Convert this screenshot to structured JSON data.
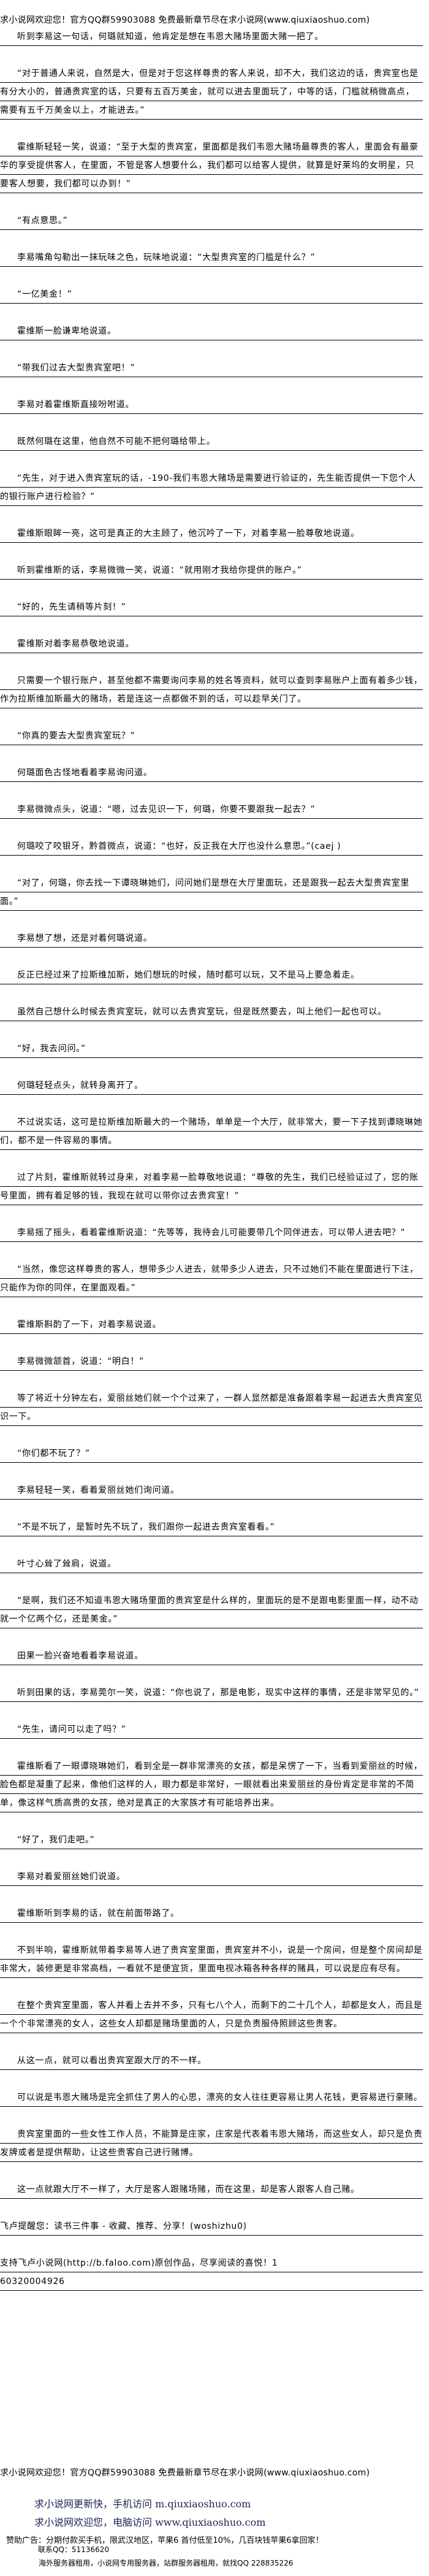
{
  "header": {
    "welcome": "求小说网欢迎您！官方QQ群59903088 免费最新章节尽在求小说网(www.qiuxiaoshuo.com)"
  },
  "article": {
    "paragraphs": [
      "听到李易这一句话，何璐就知道，他肯定是想在韦恩大赌场里面大赌一把了。",
      "“对于普通人来说，自然是大，但是对于您这样尊贵的客人来说，却不大，我们这边的话，贵宾室也是有分大小的，普通贵宾室的话，只要有五百万美金，就可以进去里面玩了，中等的话，门槛就稍微高点，需要有五千万美金以上，才能进去。”",
      "霍维斯轻轻一笑，说道：“至于大型的贵宾室，里面都是我们韦恩大赌场最尊贵的客人，里面会有最豪华的享受提供客人，在里面，不管是客人想要什么，我们都可以给客人提供，就算是好莱坞的女明星，只要客人想要，我们都可以办到！”",
      "“有点意思。”",
      "李易嘴角勾勒出一抹玩味之色，玩味地说道：“大型贵宾室的门槛是什么？”",
      "“一亿美金！”",
      "霍维斯一脸谦卑地说道。",
      "“带我们过去大型贵宾室吧！”",
      "李易对着霍维斯直接吩咐道。",
      "既然何璐在这里，他自然不可能不把何璐给带上。",
      "“先生，对于进入贵宾室玩的话，-190-我们韦恩大赌场是需要进行验证的，先生能否提供一下您个人的银行账户进行检验？”",
      "霍维斯眼眸一亮，这可是真正的大主顾了，他沉吟了一下，对着李易一脸尊敬地说道。",
      "听到霍维斯的话，李易微微一笑，说道：“就用刚才我给你提供的账户。”",
      "“好的，先生请稍等片刻！”",
      "霍维斯对着李易恭敬地说道。",
      "只需要一个银行账户，甚至他都不需要询问李易的姓名等资料，就可以查到李易账户上面有着多少钱，作为拉斯维加斯最大的赌场，若是连这一点都做不到的话，可以趁早关门了。",
      "“你真的要去大型贵宾室玩？”",
      "何璐面色古怪地看着李易询问道。",
      "李易微微点头，说道：“嗯，过去见识一下，何璐，你要不要跟我一起去？”",
      "何璐咬了咬银牙，黔首微点，说道：“也好，反正我在大厅也没什么意思。”(caej )",
      "“对了，何璐，你去找一下谭晓琳她们，问问她们是想在大厅里面玩，还是跟我一起去大型贵宾室里面。”",
      "李易想了想，还是对着何璐说道。",
      "反正已经过来了拉斯维加斯，她们想玩的时候，随时都可以玩，又不是马上要急着走。",
      "虽然自己想什么时候去贵宾室玩，就可以去贵宾室玩，但是既然要去，叫上他们一起也可以。",
      "“好，我去问问。”",
      "何璐轻轻点头，就转身离开了。",
      "不过说实话，这可是拉斯维加斯最大的一个赌场，单单是一个大厅，就非常大，要一下子找到谭晓琳她们，都不是一件容易的事情。",
      "过了片刻，霍维斯就转过身来，对着李易一脸尊敬地说道：“尊敬的先生，我们已经验证过了，您的账号里面，拥有着足够的钱，我现在就可以带你过去贵宾室！”",
      "李易摇了摇头，看着霍维斯说道：“先等等，我待会儿可能要带几个同伴进去，可以带人进去吧？”",
      "“当然，像您这样尊贵的客人，想带多少人进去，就带多少人进去，只不过她们不能在里面进行下注，只能作为你的同伴，在里面观看。”",
      "霍维斯斟酌了一下，对着李易说道。",
      "李易微微颔首，说道：“明白！”",
      "等了将近十分钟左右，爱丽丝她们就一个个过来了，一群人显然都是准备跟着李易一起进去大贵宾室见识一下。",
      "“你们都不玩了？”",
      "李易轻轻一笑，看着爱丽丝她们询问道。",
      "“不是不玩了，是暂时先不玩了，我们跟你一起进去贵宾室看看。”",
      "叶寸心耸了耸肩，说道。",
      "“是啊，我们还不知道韦恩大赌场里面的贵宾室是什么样的，里面玩的是不是跟电影里面一样，动不动就一个亿两个亿，还是美金。”",
      "田果一脸兴奋地看着李易说道。",
      "听到田果的话，李易莞尔一笑，说道：“你也说了，那是电影，现实中这样的事情，还是非常罕见的。”",
      "“先生，请问可以走了吗？”",
      "霍维斯看了一眼谭晓琳她们，看到全是一群非常漂亮的女孩，都是呆愣了一下，当看到爱丽丝的时候，脸色都是凝重了起来，像他们这样的人，眼力都是非常好，一眼就看出来爱丽丝的身份肯定是非常的不简单，像这样气质高贵的女孩，绝对是真正的大家族才有可能培养出来。",
      "“好了，我们走吧。”",
      "李易对着爱丽丝她们说道。",
      "霍维斯听到李易的话，就在前面带路了。",
      "不到半响，霍维斯就带着李易等人进了贵宾室里面，贵宾室并不小，说是一个房间，但是整个房间却是非常大，装修更是非常高档，一看就不是便宜货，里面电视冰箱各种各样的赌具，可以说是应有尽有。",
      "在整个贵宾室里面，客人并看上去并不多，只有七八个人，而剩下的二十几个人，却都是女人，而且是一个个非常漂亮的女人，这些女人却都是赌场里面的人，只是负责服侍照顾这些贵客。",
      "从这一点，就可以看出贵宾室跟大厅的不一样。",
      "可以说是韦恩大赌场是完全抓住了男人的心思，漂亮的女人往往更容易让男人花钱，更容易进行豪赌。",
      "贵宾室里面的一些女性工作人员，不能算是庄家，庄家是代表着韦恩大赌场，而这些女人，却只是负责发牌或者是提供帮助，让这些贵客自己进行赌博。",
      "这一点就跟大厅不一样了，大厅是客人跟赌场赌，而在这里，却是客人跟客人自己赌。"
    ],
    "reminder": "飞卢提醒您：读书三件事 - 收藏、推荐、分享！(woshizhu0)",
    "support": "支持飞卢小说网(http://b.faloo.com)原创作品，尽享阅读的喜悦！1",
    "code": "60320004926"
  },
  "footer": {
    "welcome": "求小说网欢迎您！官方QQ群59903088 免费最新章节尽在求小说网(www.qiuxiaoshuo.com)",
    "mobile": "求小说网更新快，手机访问 m.qiuxiaoshuo.com",
    "desktop": "求小说网欢迎您，电脑访问 www.qiuxiaoshuo.com",
    "sponsor": "赞助广告：分期付款买手机，限武汉地区，苹果6 首付低至10%，几百块钱苹果6拿回家！",
    "contact": "联系QQ：51136620",
    "server_ad": "海外服务器租用，小说网专用服务器，站群服务器租用，就找QQ 228835226"
  }
}
